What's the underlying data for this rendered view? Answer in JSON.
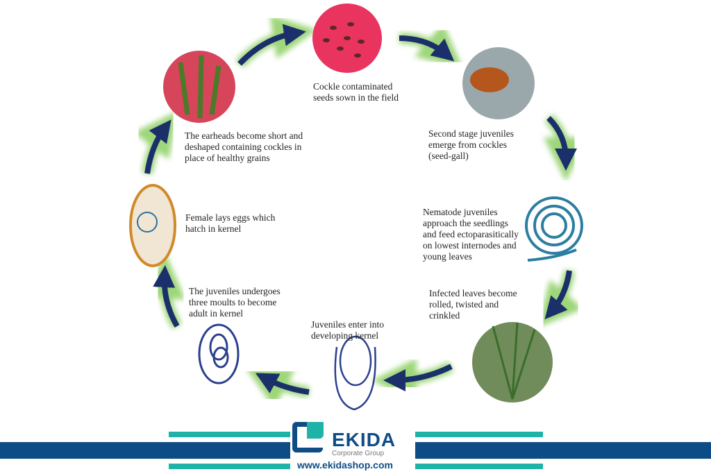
{
  "steps": [
    {
      "id": "seeds",
      "label": "Cockle contaminated\nseeds sown in the field"
    },
    {
      "id": "emerge",
      "label": "Second stage juveniles\nemerge from cockles\n(seed-gall)"
    },
    {
      "id": "approach",
      "label": "Nematode juveniles\napproach the seedlings\nand feed ectoparasitically\non lowest internodes and\nyoung leaves"
    },
    {
      "id": "leaves",
      "label": "Infected leaves become\nrolled, twisted and\ncrinkled"
    },
    {
      "id": "enter",
      "label": "Juveniles enter into\ndeveloping kernel"
    },
    {
      "id": "moults",
      "label": "The juveniles undergoes\nthree moults to become\nadult in kernel"
    },
    {
      "id": "eggs",
      "label": "Female lays eggs which\nhatch in kernel"
    },
    {
      "id": "earheads",
      "label": "The earheads become short and\ndeshaped containing cockles in\nplace of healthy grains"
    }
  ],
  "footer": {
    "brand": "EKIDA",
    "tagline": "Corporate Group",
    "url": "www.ekidashop.com"
  },
  "colors": {
    "arrow": "#1b2f6b",
    "glow": "#9ed67a",
    "navy": "#0e4c86",
    "teal": "#1fb3a8"
  }
}
